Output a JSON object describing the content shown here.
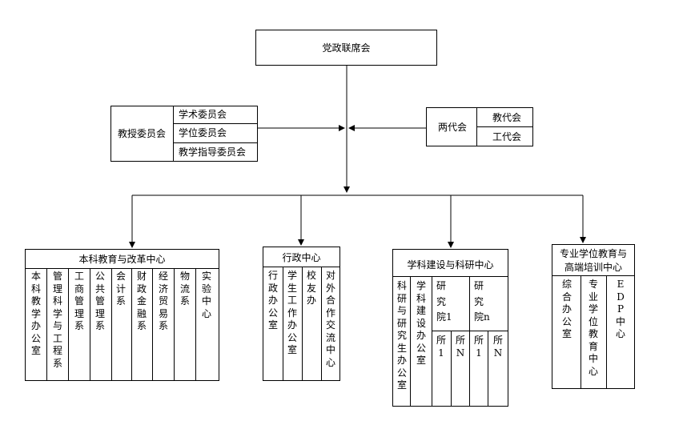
{
  "top": {
    "label": "党政联席会"
  },
  "professors": {
    "label": "教授委员会",
    "subs": [
      "学术委员会",
      "学位委员会",
      "教学指导委员会"
    ]
  },
  "twocong": {
    "label": "两代会",
    "subs": [
      "教代会",
      "工代会"
    ]
  },
  "centers": [
    {
      "title": "本科教育与改革中心",
      "cols": [
        "本科教学办公室",
        "管理科学与工程系",
        "工商管理系",
        "公共管理系",
        "会计系",
        "财政金融系",
        "经济贸易系",
        "物流系",
        "实验中心"
      ]
    },
    {
      "title": "行政中心",
      "cols": [
        "行政办公室",
        "学生工作办公室",
        "校友办",
        "对外合作交流中心"
      ]
    },
    {
      "title": "学科建设与科研中心",
      "col1": "科研与研究生办公室",
      "col2": "学科建设办公室",
      "inst1": {
        "line1": "研",
        "line2": "究",
        "line3": "院1"
      },
      "inst2": {
        "line1": "研",
        "line2": "究",
        "line3": "院n"
      },
      "subs": [
        "所1",
        "所N",
        "所1",
        "所N"
      ]
    },
    {
      "title_line1": "专业学位教育与",
      "title_line2": "高端培训中心",
      "cols": [
        "综合办公室",
        "专业学位教育中心",
        "EDP中心"
      ]
    }
  ]
}
